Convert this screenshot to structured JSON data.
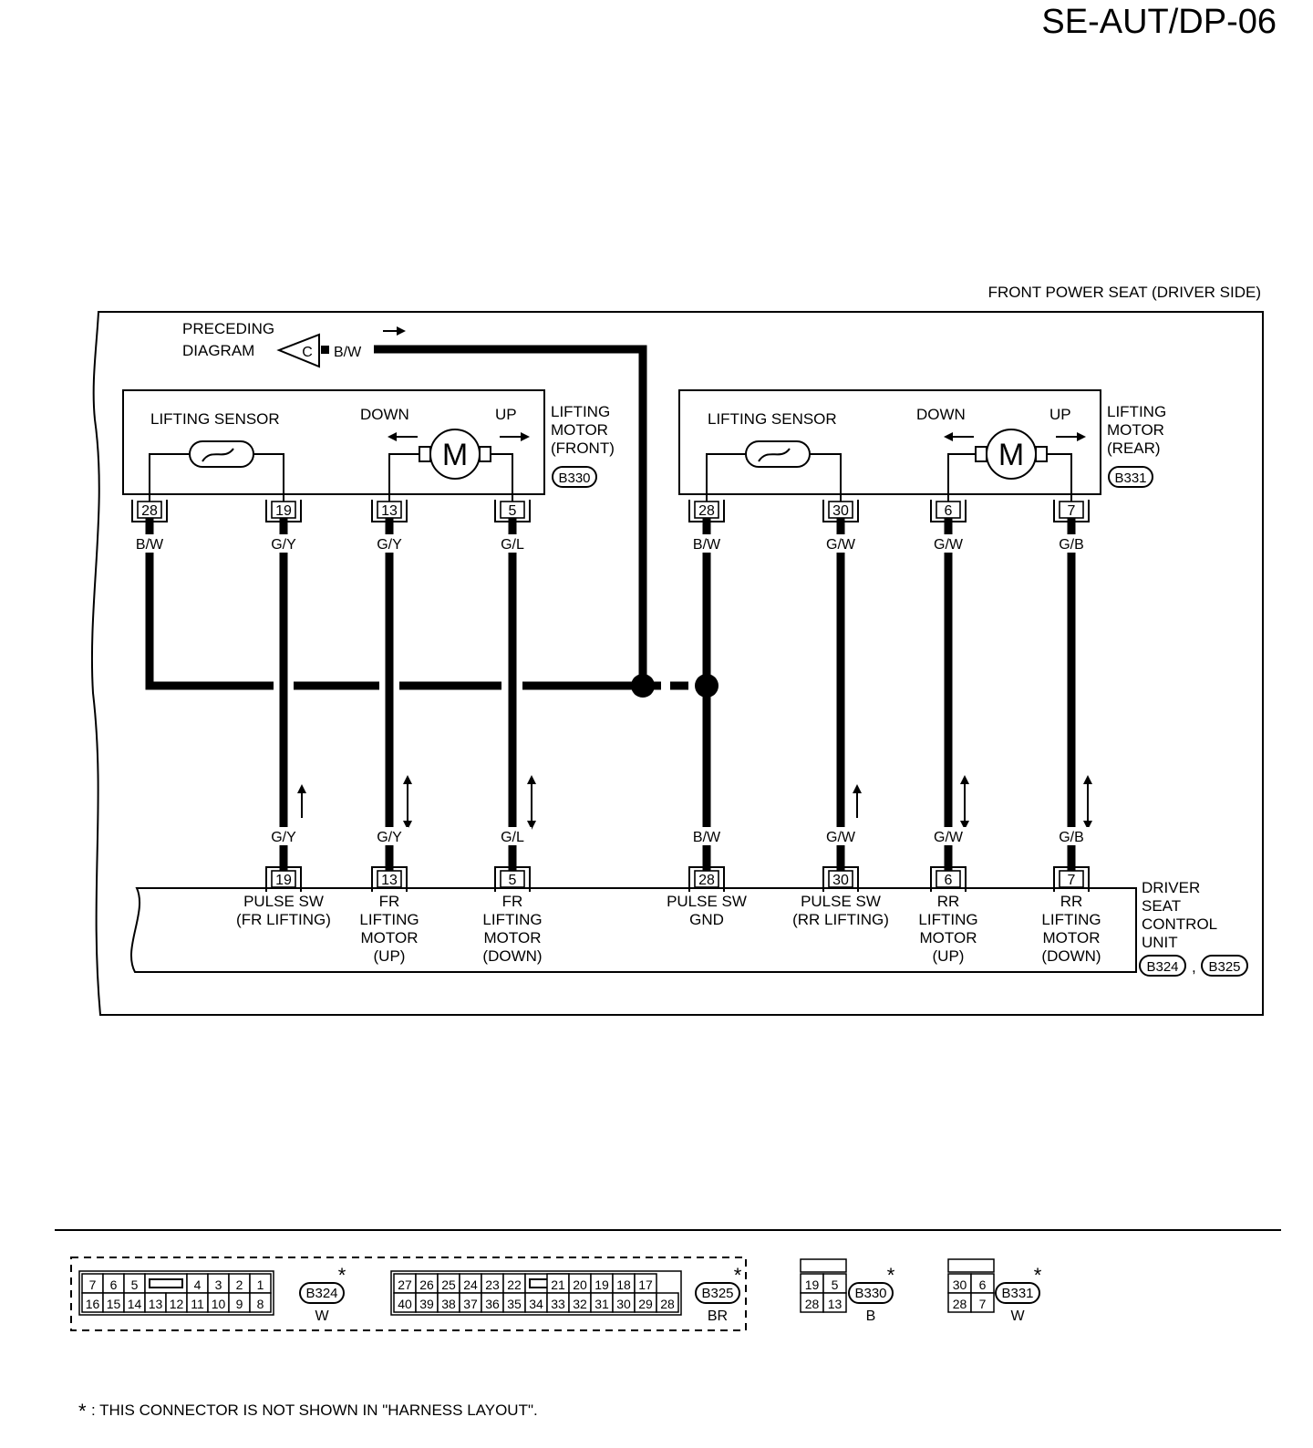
{
  "page_id": "SE-AUT/DP-06",
  "diagram_title": "FRONT POWER SEAT (DRIVER SIDE)",
  "preceding": {
    "line1": "PRECEDING",
    "line2": "DIAGRAM",
    "connector_letter": "C",
    "wire": "B/W"
  },
  "front_unit": {
    "sensor_label": "LIFTING SENSOR",
    "down": "DOWN",
    "up": "UP",
    "motor_symbol": "M",
    "name": [
      "LIFTING",
      "MOTOR",
      "(FRONT)"
    ],
    "connector": "B330",
    "pins": [
      "28",
      "19",
      "13",
      "5"
    ],
    "wires": [
      "B/W",
      "G/Y",
      "G/Y",
      "G/L"
    ]
  },
  "rear_unit": {
    "sensor_label": "LIFTING SENSOR",
    "down": "DOWN",
    "up": "UP",
    "motor_symbol": "M",
    "name": [
      "LIFTING",
      "MOTOR",
      "(REAR)"
    ],
    "connector": "B331",
    "pins": [
      "28",
      "30",
      "6",
      "7"
    ],
    "wires": [
      "B/W",
      "G/W",
      "G/W",
      "G/B"
    ]
  },
  "control_unit": {
    "name": [
      "DRIVER",
      "SEAT",
      "CONTROL",
      "UNIT"
    ],
    "connectors": [
      "B324",
      "B325"
    ],
    "separator": ",",
    "terminals": [
      {
        "pin": "19",
        "wire": "G/Y",
        "label": [
          "PULSE SW",
          "(FR LIFTING)"
        ]
      },
      {
        "pin": "13",
        "wire": "G/Y",
        "label": [
          "FR",
          "LIFTING",
          "MOTOR",
          "(UP)"
        ]
      },
      {
        "pin": "5",
        "wire": "G/L",
        "label": [
          "FR",
          "LIFTING",
          "MOTOR",
          "(DOWN)"
        ]
      },
      {
        "pin": "28",
        "wire": "B/W",
        "label": [
          "PULSE SW",
          "GND"
        ]
      },
      {
        "pin": "30",
        "wire": "G/W",
        "label": [
          "PULSE SW",
          "(RR LIFTING)"
        ]
      },
      {
        "pin": "6",
        "wire": "G/W",
        "label": [
          "RR",
          "LIFTING",
          "MOTOR",
          "(UP)"
        ]
      },
      {
        "pin": "7",
        "wire": "G/B",
        "label": [
          "RR",
          "LIFTING",
          "MOTOR",
          "(DOWN)"
        ]
      }
    ]
  },
  "connector_views": {
    "b324": {
      "top": [
        "7",
        "6",
        "5",
        "",
        "4",
        "3",
        "2",
        "1"
      ],
      "bottom": [
        "16",
        "15",
        "14",
        "13",
        "12",
        "11",
        "10",
        "9",
        "8"
      ],
      "name": "B324",
      "color": "W"
    },
    "b325": {
      "top": [
        "27",
        "26",
        "25",
        "24",
        "23",
        "22",
        "",
        "21",
        "20",
        "19",
        "18",
        "17"
      ],
      "bottom": [
        "40",
        "39",
        "38",
        "37",
        "36",
        "35",
        "34",
        "33",
        "32",
        "31",
        "30",
        "29",
        "28"
      ],
      "name": "B325",
      "color": "BR"
    },
    "b330": {
      "top": [
        "19",
        "5"
      ],
      "bottom": [
        "28",
        "13"
      ],
      "name": "B330",
      "color": "B"
    },
    "b331": {
      "top": [
        "30",
        "6"
      ],
      "bottom": [
        "28",
        "7"
      ],
      "name": "B331",
      "color": "W"
    }
  },
  "star": "*",
  "footnote": ": THIS CONNECTOR IS NOT SHOWN IN \"HARNESS LAYOUT\"."
}
